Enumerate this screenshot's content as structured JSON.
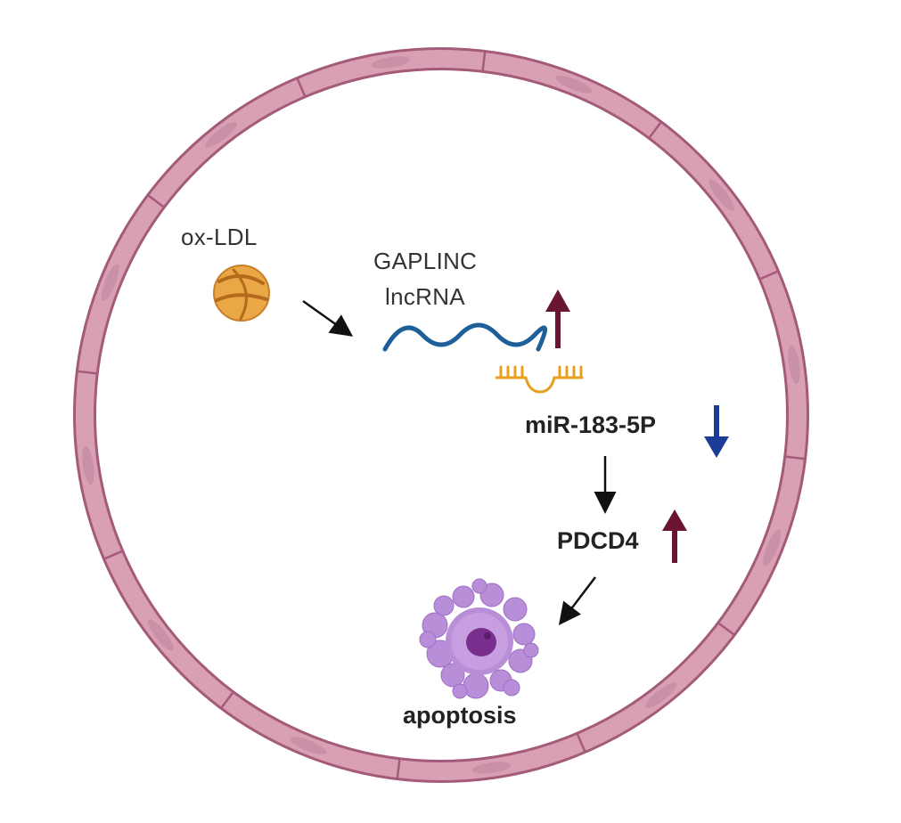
{
  "labels": {
    "oxldl": "ox-LDL",
    "gaplinc": "GAPLINC",
    "lncrna": "lncRNA",
    "mir": "miR-183-5P",
    "pdcd4": "PDCD4",
    "apoptosis": "apoptosis"
  },
  "colors": {
    "vessel_wall": "#d9a0b4",
    "vessel_stroke": "#a45a79",
    "nucleus": "#c990a8",
    "ldl": "#e9a746",
    "lncrna_wave": "#1f5f99",
    "mirna": "#e6a021",
    "up_arrow": "#6b1530",
    "down_arrow": "#1c3d95",
    "cell_body": "#b88ed8",
    "cell_core": "#7a2f8f"
  },
  "icons": {
    "ldl": "ldl-particle-icon",
    "cell": "apoptotic-cell-icon",
    "wall": "endothelial-cell-ring-icon"
  }
}
